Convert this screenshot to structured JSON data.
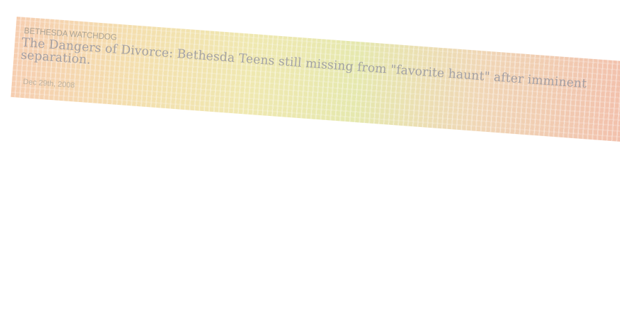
{
  "article": {
    "source": "BETHESDA WATCHDOG",
    "headline": "The Dangers of Divorce: Bethesda Teens still missing from \"favorite haunt\" after imminent separation.",
    "date": "Dec 29th, 2008"
  }
}
